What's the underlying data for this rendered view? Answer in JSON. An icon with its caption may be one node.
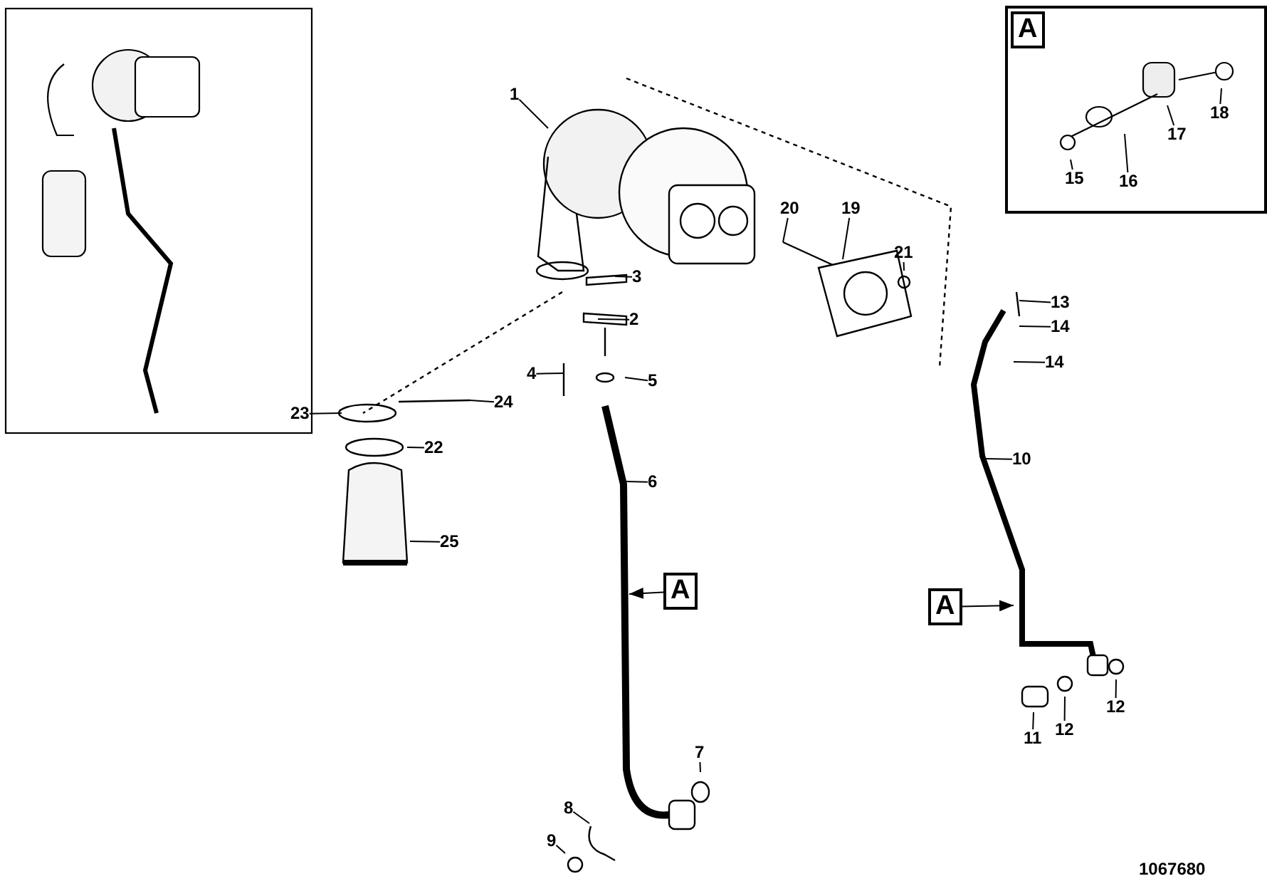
{
  "diagram": {
    "nodes": [
      {
        "text": [
          "1"
        ]
      },
      {
        "text": [],
        "shape": "box"
      },
      {
        "text": [
          "15"
        ],
        "in": 1
      },
      {
        "text": [
          "16"
        ],
        "in": 1
      },
      {
        "text": [
          "17"
        ],
        "in": 1
      },
      {
        "text": [
          "18"
        ],
        "in": 1
      },
      {
        "text": [
          "20"
        ]
      },
      {
        "text": [
          "19"
        ]
      },
      {
        "text": [
          "21"
        ]
      },
      {
        "text": [
          "3"
        ]
      },
      {
        "text": [
          "2"
        ]
      },
      {
        "text": [
          "13"
        ]
      },
      {
        "text": [
          "14"
        ]
      },
      {
        "text": [
          "14"
        ]
      },
      {
        "text": [
          "4"
        ]
      },
      {
        "text": [
          "5"
        ]
      },
      {
        "text": [
          "23"
        ]
      },
      {
        "text": [
          "24"
        ]
      },
      {
        "text": [
          "22"
        ]
      },
      {
        "text": [
          "10"
        ]
      },
      {
        "text": [
          "6"
        ]
      },
      {
        "text": [
          "25"
        ]
      },
      {
        "text": [
          "A"
        ]
      },
      {
        "text": [
          "A"
        ]
      },
      {
        "text": [
          "11"
        ]
      },
      {
        "text": [
          "12"
        ]
      },
      {
        "text": [
          "12"
        ]
      },
      {
        "text": [
          "7"
        ]
      },
      {
        "text": [
          "8"
        ]
      },
      {
        "text": [
          "9"
        ]
      },
      {
        "text": [
          "A"
        ],
        "in": 1
      }
    ],
    "edges": [
      {
        "from": 0,
        "to": null,
        "arrow": "none"
      },
      {
        "from": 2,
        "to": null,
        "arrow": "none"
      },
      {
        "from": 3,
        "to": null,
        "arrow": "none"
      },
      {
        "from": 4,
        "to": null,
        "arrow": "none"
      },
      {
        "from": 5,
        "to": null,
        "arrow": "none"
      },
      {
        "from": 6,
        "to": null,
        "arrow": "none"
      },
      {
        "from": 7,
        "to": null,
        "arrow": "none"
      },
      {
        "from": 8,
        "to": null,
        "arrow": "none"
      },
      {
        "from": 9,
        "to": null,
        "arrow": "none"
      },
      {
        "from": 10,
        "to": null,
        "arrow": "none"
      },
      {
        "from": 11,
        "to": null,
        "arrow": "none"
      },
      {
        "from": 12,
        "to": null,
        "arrow": "none"
      },
      {
        "from": 13,
        "to": null,
        "arrow": "none"
      },
      {
        "from": 14,
        "to": null,
        "arrow": "none"
      },
      {
        "from": 15,
        "to": null,
        "arrow": "none"
      },
      {
        "from": 16,
        "to": null,
        "arrow": "none"
      },
      {
        "from": 17,
        "to": null,
        "arrow": "none"
      },
      {
        "from": 18,
        "to": null,
        "arrow": "none"
      },
      {
        "from": 19,
        "to": null,
        "arrow": "none"
      },
      {
        "from": 20,
        "to": null,
        "arrow": "none"
      },
      {
        "from": 21,
        "to": null,
        "arrow": "none"
      },
      {
        "from": 22,
        "to": null,
        "arrow": "to"
      },
      {
        "from": 23,
        "to": null,
        "arrow": "to"
      },
      {
        "from": 24,
        "to": null,
        "arrow": "none"
      },
      {
        "from": 25,
        "to": null,
        "arrow": "none"
      },
      {
        "from": 26,
        "to": null,
        "arrow": "none"
      },
      {
        "from": 27,
        "to": null,
        "arrow": "none"
      },
      {
        "from": 28,
        "to": null,
        "arrow": "none"
      },
      {
        "from": 29,
        "to": null,
        "arrow": "none"
      }
    ],
    "labels": [
      "1067680"
    ]
  }
}
